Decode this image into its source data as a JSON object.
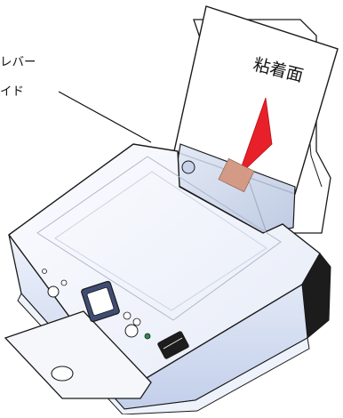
{
  "callouts": {
    "line1": "レバー",
    "line2": "イド"
  },
  "paper": {
    "label": "粘着面"
  },
  "colors": {
    "accent_arrow": "#e8202a",
    "body_light": "#f3f5fb",
    "body_blue": "#b9c6e6",
    "outline": "#1a1a1a"
  }
}
